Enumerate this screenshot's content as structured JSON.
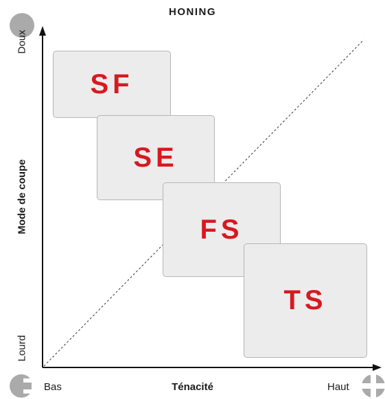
{
  "title": "HONING",
  "y_axis": {
    "label": "Mode de coupe",
    "top": "Doux",
    "bottom": "Lourd"
  },
  "x_axis": {
    "label": "Ténacité",
    "left": "Bas",
    "right": "Haut"
  },
  "boxes": [
    {
      "label": "SF"
    },
    {
      "label": "SE"
    },
    {
      "label": "FS"
    },
    {
      "label": "TS"
    }
  ],
  "colors": {
    "box_text": "#d71920",
    "box_fill": "#ececec",
    "icon": "#aaaaaa"
  },
  "icons": [
    "circle-icon",
    "half-circle-icon",
    "cross-icon"
  ]
}
